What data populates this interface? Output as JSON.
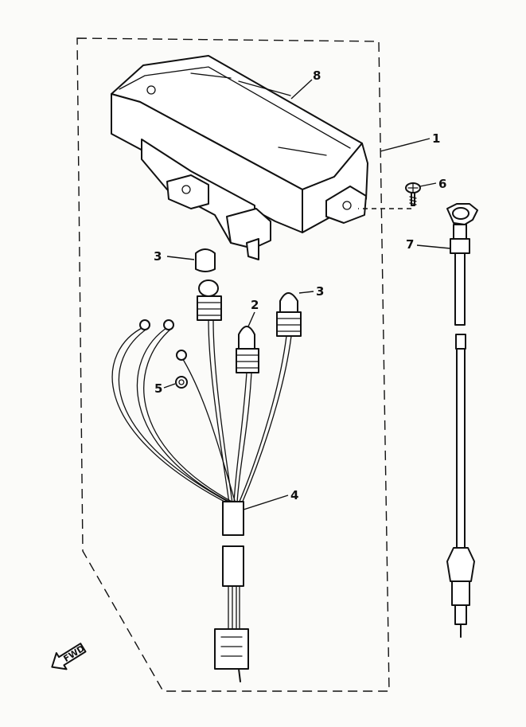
{
  "callouts": {
    "c1": "1",
    "c2": "2",
    "c3a": "3",
    "c3b": "3",
    "c4": "4",
    "c5": "5",
    "c6": "6",
    "c7": "7",
    "c8": "8"
  },
  "fwd_label": "FWD"
}
